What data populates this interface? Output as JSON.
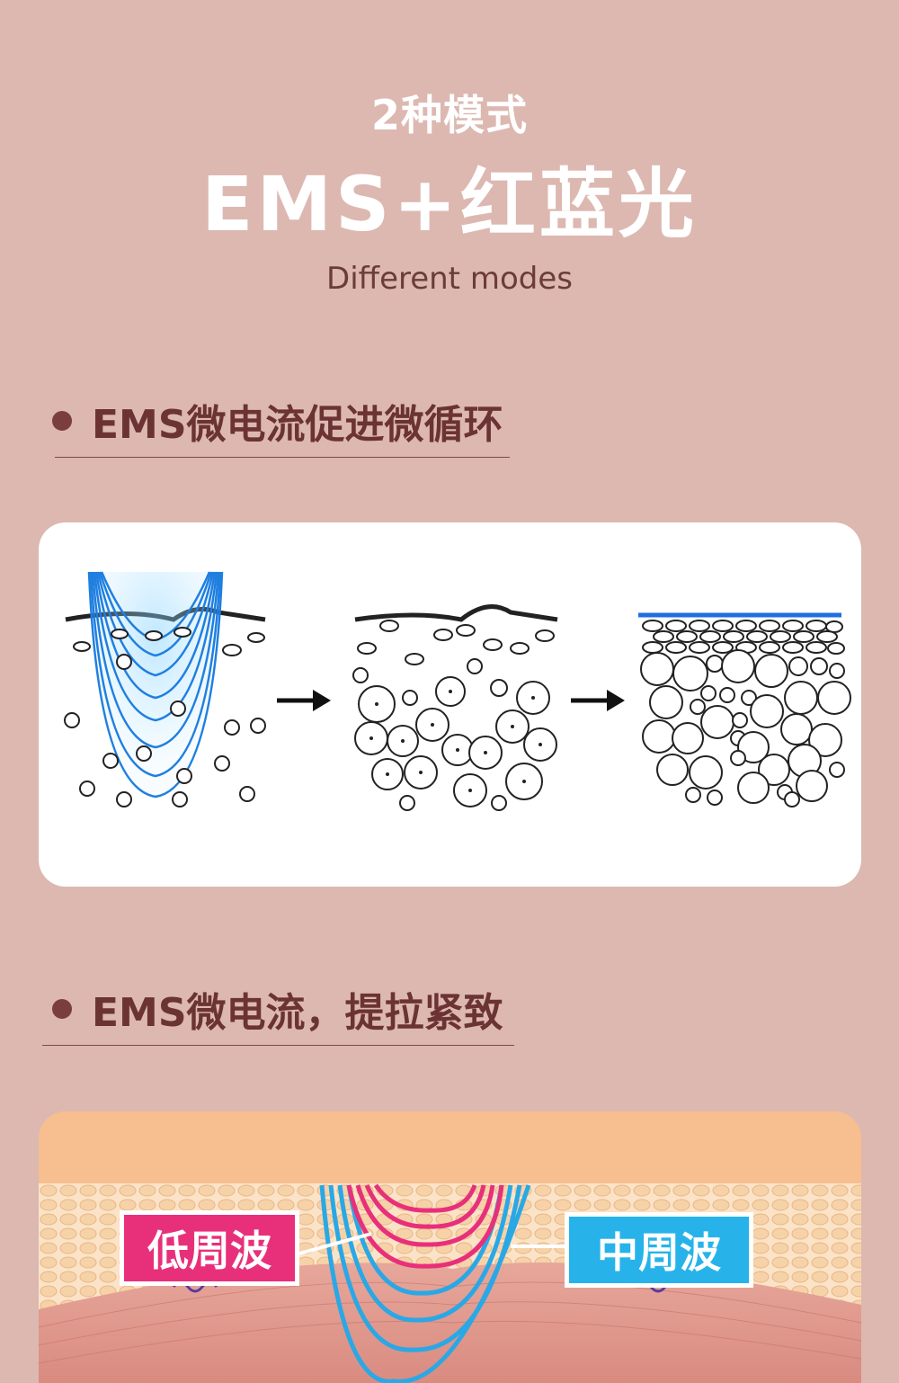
{
  "header": {
    "modes_count": "2种模式",
    "title": "EMS+红蓝光",
    "subtitle_en": "Different modes"
  },
  "section1": {
    "heading": "EMS微电流促进微循环"
  },
  "section2": {
    "heading": "EMS微电流，提拉紧致",
    "label_low": "低周波",
    "label_mid": "中周波"
  },
  "colors": {
    "background": "#dcb8b1",
    "heading_text": "#6b3333",
    "pink_label": "#e8307a",
    "blue_label": "#27b3ea"
  }
}
